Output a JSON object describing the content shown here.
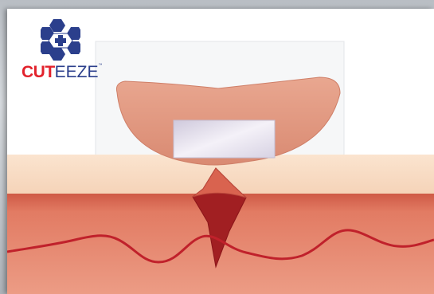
{
  "brand": {
    "name_part1": "CUT",
    "name_part2": "EEZE",
    "trademark": "™",
    "logo_icon": "hexagon-cross-icon",
    "color_primary_red": "#e2222c",
    "color_primary_blue": "#2b3f8c"
  },
  "illustration": {
    "subject": "bandage-over-skin-cut",
    "colors": {
      "skin_top_layer": "#f7dcc4",
      "dermis": "#e4826b",
      "dermis_dark": "#c94f3e",
      "blood_vessel": "#c0212b",
      "wound": "#9a1f1f",
      "bandage": "#e09a82",
      "bandage_pad": "#e6e2ef"
    }
  }
}
